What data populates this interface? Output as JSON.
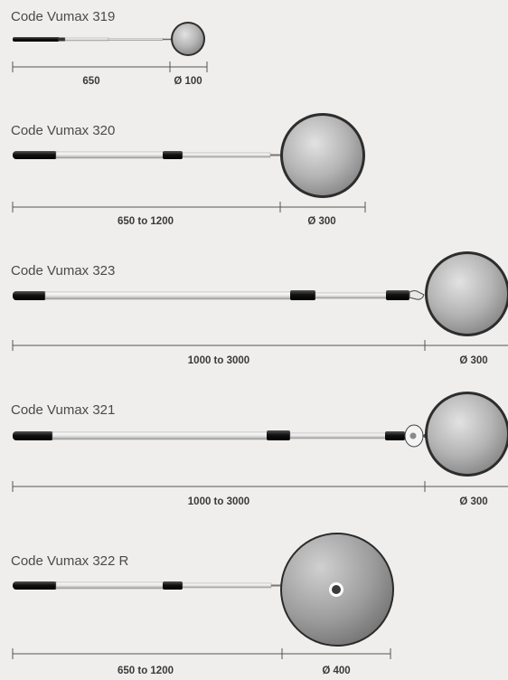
{
  "products": [
    {
      "title": "Code Vumax 319",
      "length_label": "650",
      "diameter_label": "Ø 100"
    },
    {
      "title": "Code Vumax 320",
      "length_label": "650 to 1200",
      "diameter_label": "Ø 300"
    },
    {
      "title": "Code Vumax 323",
      "length_label": "1000 to 3000",
      "diameter_label": "Ø 300"
    },
    {
      "title": "Code Vumax 321",
      "length_label": "1000 to 3000",
      "diameter_label": "Ø 300"
    },
    {
      "title": "Code Vumax 322 R",
      "length_label": "650 to 1200",
      "diameter_label": "Ø 400"
    }
  ]
}
